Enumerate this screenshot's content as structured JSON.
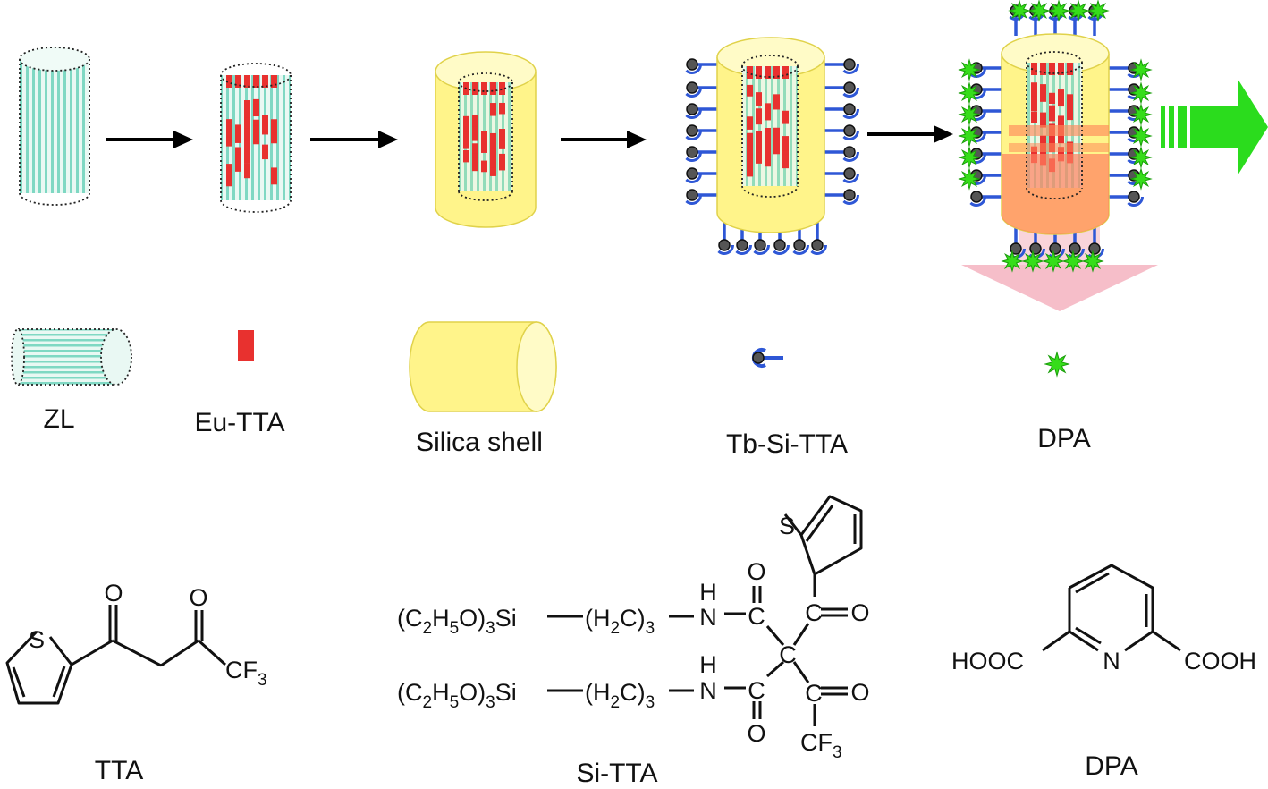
{
  "legend": {
    "zl": "ZL",
    "eu_tta": "Eu-TTA",
    "silica_shell": "Silica shell",
    "tb_si_tta": "Tb-Si-TTA",
    "dpa": "DPA"
  },
  "structures": {
    "tta_caption": "TTA",
    "si_tta_caption": "Si-TTA",
    "dpa_caption": "DPA",
    "tta_atoms": {
      "S": "S",
      "O": "O",
      "CF": "CF",
      "sub3": "3"
    },
    "si_tta_atoms": {
      "ethoxy_open": "(C",
      "sub2": "2",
      "H": "H",
      "sub5": "5",
      "O_close": "O)",
      "sub3": "3",
      "Si": "Si",
      "h2c_open": "(H",
      "C_close": "C)",
      "N": "N",
      "C": "C",
      "O": "O",
      "S": "S",
      "CF": "CF"
    },
    "dpa_atoms": {
      "HOOC": "HOOC",
      "COOH": "COOH",
      "N": "N"
    }
  },
  "colors": {
    "channel": "#7fd8c3",
    "eu_tta": "#e8312f",
    "silica": "#fff48a",
    "silica_edge": "#e8d84a",
    "linker": "#2e57d6",
    "tb_ion": "#555555",
    "dpa": "#36dd1a",
    "emission_green": "#2bdc1d",
    "emission_red": "#f4a6b4",
    "arrow": "#000000"
  }
}
